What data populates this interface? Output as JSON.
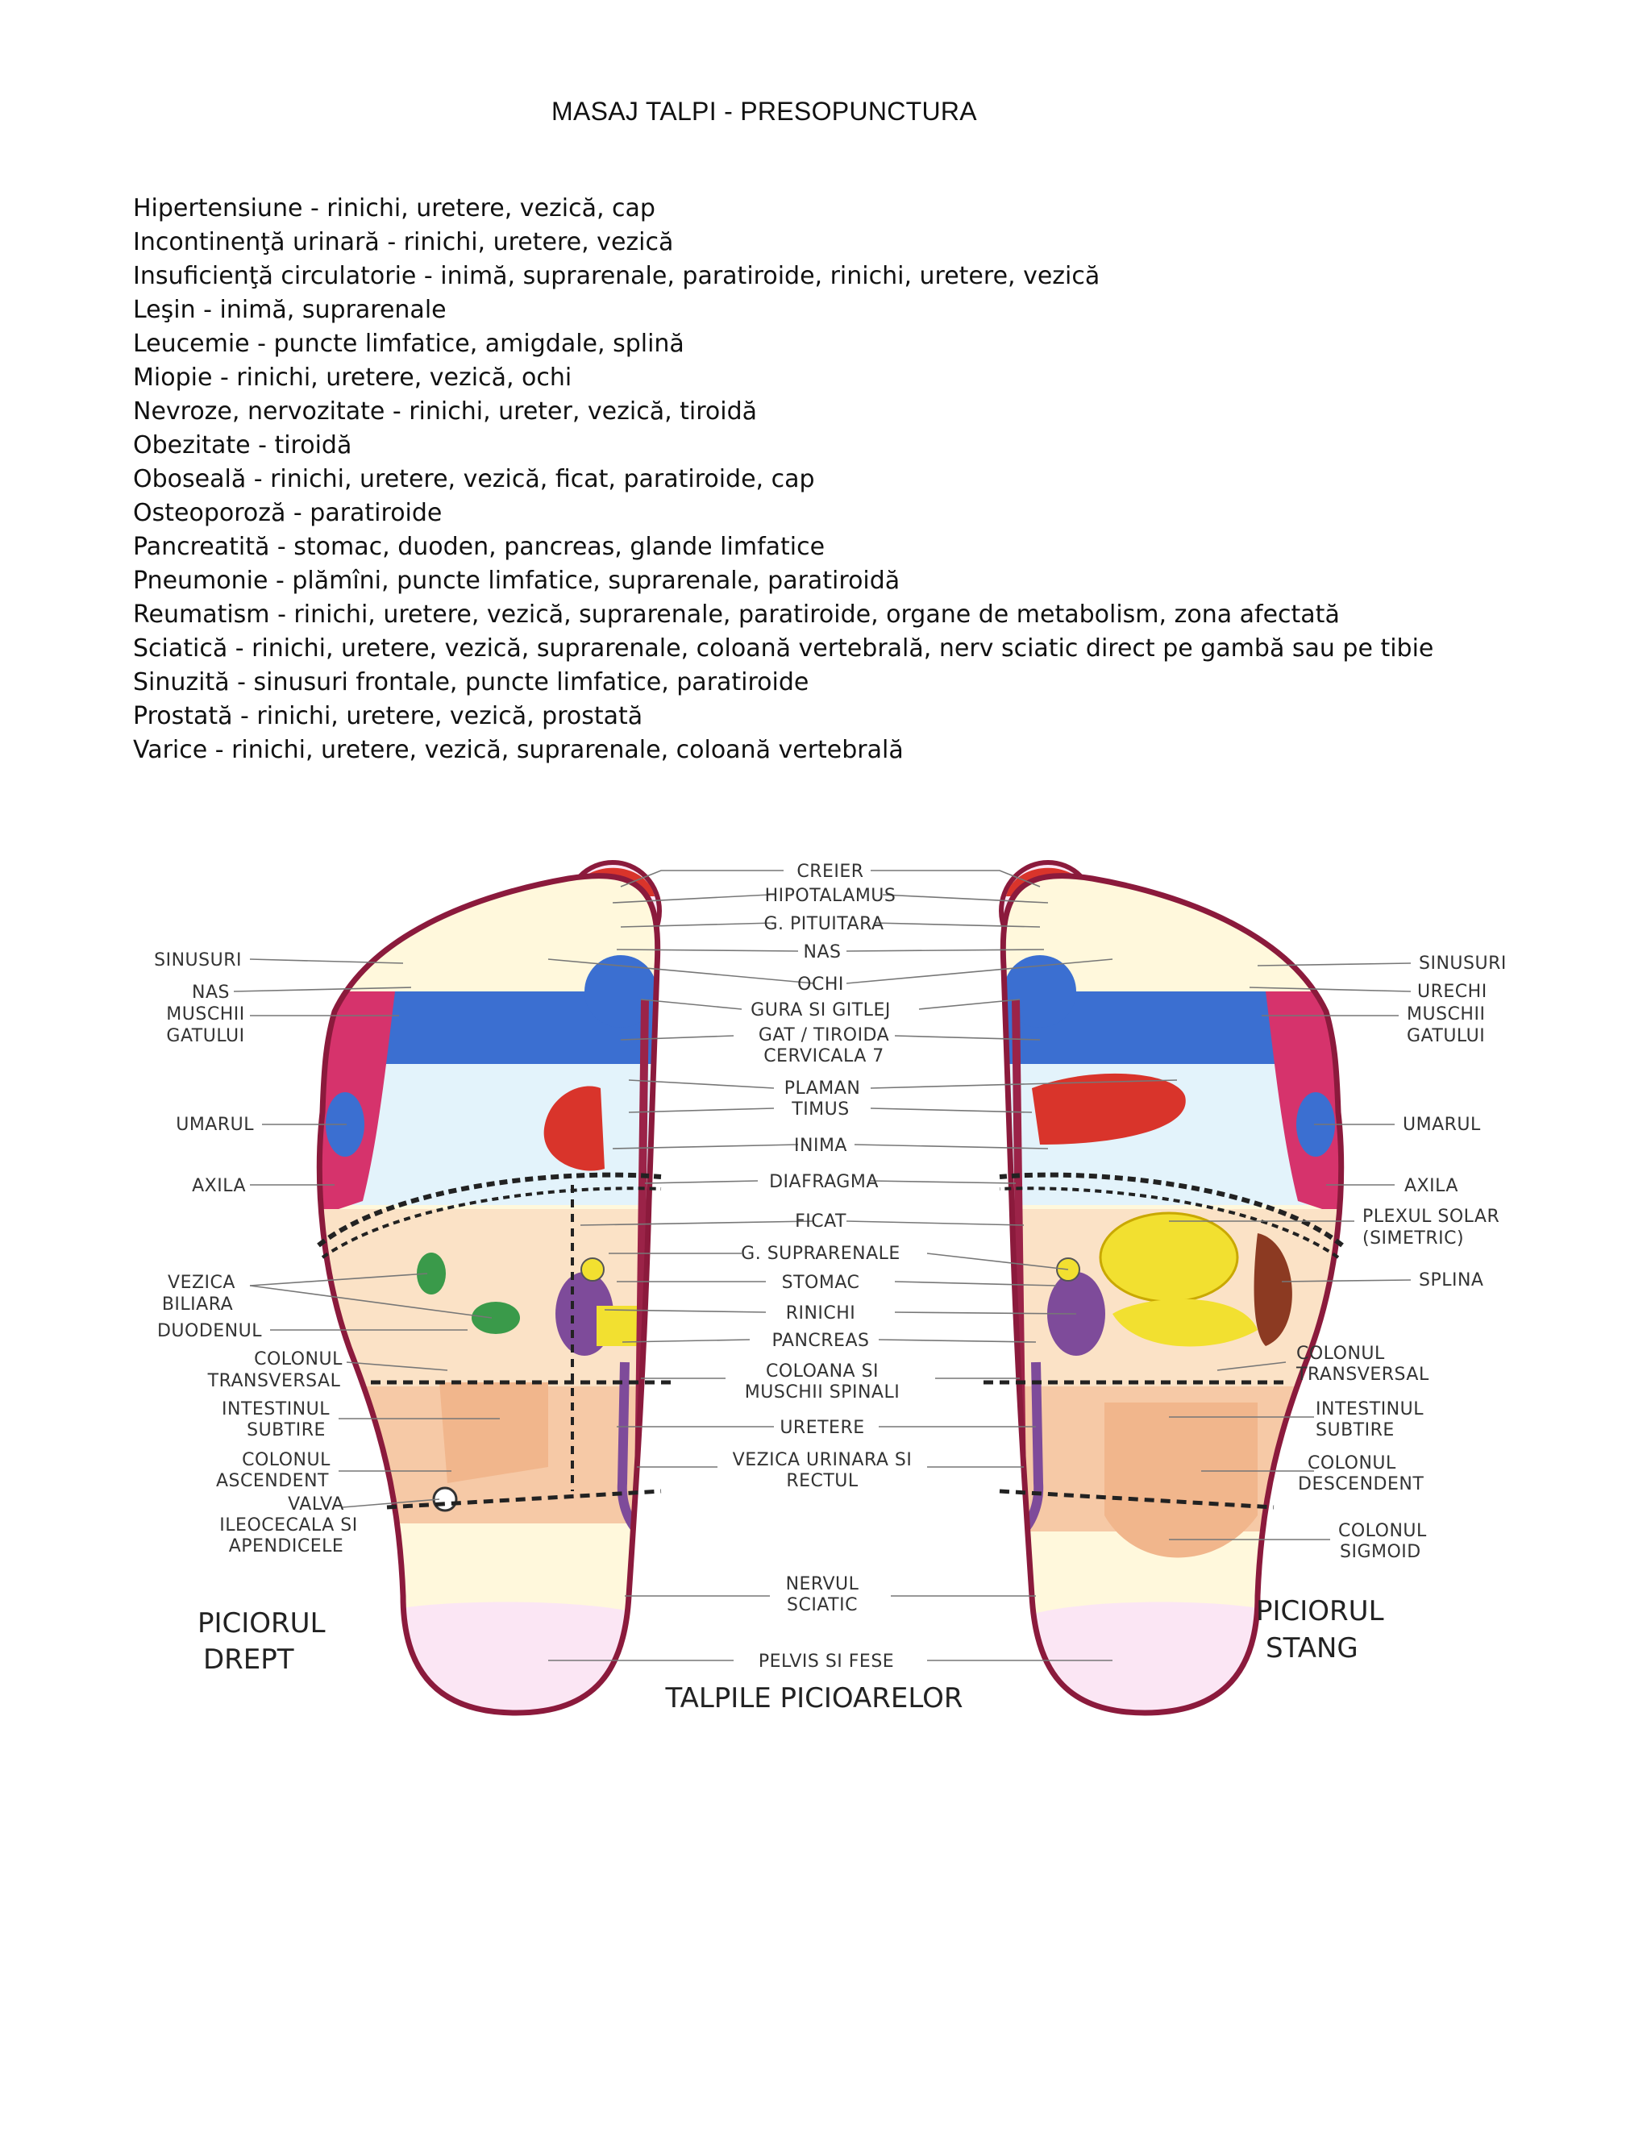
{
  "title": "MASAJ TALPI - PRESOPUNCTURA",
  "conditions": [
    "Hipertensiune - rinichi, uretere, vezică, cap",
    "Incontinenţă urinară - rinichi, uretere, vezică",
    "Insuficienţă circulatorie - inimă, suprarenale, paratiroide, rinichi, uretere, vezică",
    "Leşin - inimă, suprarenale",
    "Leucemie - puncte limfatice, amigdale, splină",
    "Miopie - rinichi, uretere, vezică, ochi",
    "Nevroze, nervozitate - rinichi, ureter, vezică, tiroidă",
    "Obezitate - tiroidă",
    "Oboseală - rinichi, uretere, vezică, ficat, paratiroide, cap",
    "Osteoporoză - paratiroide",
    "Pancreatită - stomac, duoden, pancreas, glande limfatice",
    "Pneumonie - plămîni, puncte limfatice, suprarenale, paratiroidă",
    "Reumatism - rinichi, uretere, vezică, suprarenale, paratiroide, organe de metabolism, zona afectată",
    "Sciatică - rinichi, uretere, vezică, suprarenale, coloană vertebrală, nerv sciatic direct pe gambă sau pe tibie",
    "Sinuzită - sinusuri frontale, puncte limfatice, paratiroide",
    "Prostată - rinichi, uretere, vezică, prostată",
    "Varice - rinichi, uretere, vezică, suprarenale, coloană vertebrală"
  ],
  "diagram": {
    "caption": "TALPILE PICIOARELOR",
    "right_foot": [
      "PICIORUL",
      "DREPT"
    ],
    "left_foot": [
      "PICIORUL",
      "STANG"
    ],
    "center_labels": [
      "CREIER",
      "HIPOTALAMUS",
      "G. PITUITARA",
      "NAS",
      "OCHI",
      "GURA SI GITLEJ",
      "GAT / TIROIDA",
      "CERVICALA 7",
      "PLAMAN",
      "TIMUS",
      "INIMA",
      "DIAFRAGMA",
      "FICAT",
      "G. SUPRARENALE",
      "STOMAC",
      "RINICHI",
      "PANCREAS",
      "COLOANA SI",
      "MUSCHII SPINALI",
      "URETERE",
      "VEZICA URINARA SI",
      "RECTUL",
      "NERVUL",
      "SCIATIC",
      "PELVIS SI FESE"
    ],
    "left_labels": [
      "SINUSURI",
      "NAS",
      "MUSCHII",
      "GATULUI",
      "UMARUL",
      "AXILA",
      "VEZICA",
      "BILIARA",
      "DUODENUL",
      "COLONUL",
      "TRANSVERSAL",
      "INTESTINUL",
      "SUBTIRE",
      "COLONUL",
      "ASCENDENT",
      "VALVA",
      "ILEOCECALA SI",
      "APENDICELE"
    ],
    "right_labels": [
      "SINUSURI",
      "URECHI",
      "MUSCHII",
      "GATULUI",
      "UMARUL",
      "AXILA",
      "PLEXUL SOLAR",
      "(SIMETRIC)",
      "SPLINA",
      "COLONUL",
      "TRANSVERSAL",
      "INTESTINUL",
      "SUBTIRE",
      "COLONUL",
      "DESCENDENT",
      "COLONUL",
      "SIGMOID"
    ]
  }
}
